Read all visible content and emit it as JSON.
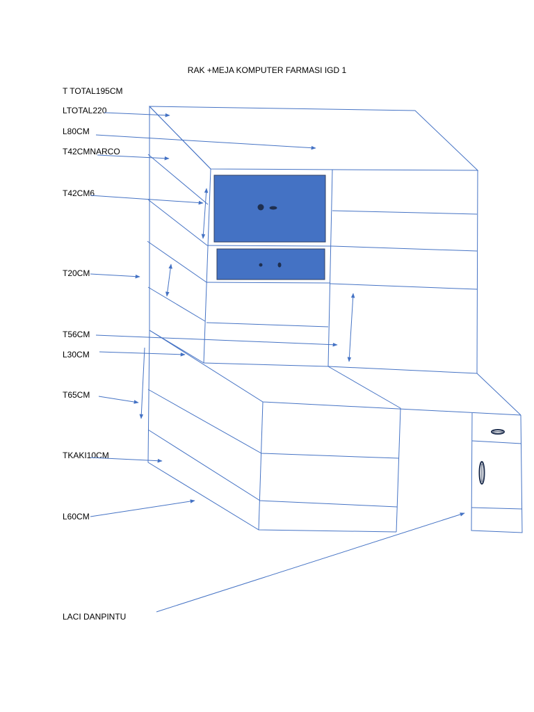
{
  "title": "RAK +MEJA KOMPUTER FARMASI IGD 1",
  "labels": {
    "t_total": "T TOTAL195CM",
    "l_total": "LTOTAL220",
    "l80": "L80CM",
    "t42_narco": "T42CMNARCO",
    "t42_6": "T42CM6",
    "t20": "T20CM",
    "t56": "T56CM",
    "l30": "L30CM",
    "t65": "T65CM",
    "t_kaki": "TKAKI10CM",
    "l60": "L60CM",
    "laci": "LACI DANPINTU"
  },
  "colors": {
    "line": "#4472c4",
    "drawer_fill": "#4472c4",
    "drawer_stroke": "#2f3f5f",
    "knob": "#1f2f4f",
    "text": "#000000"
  }
}
